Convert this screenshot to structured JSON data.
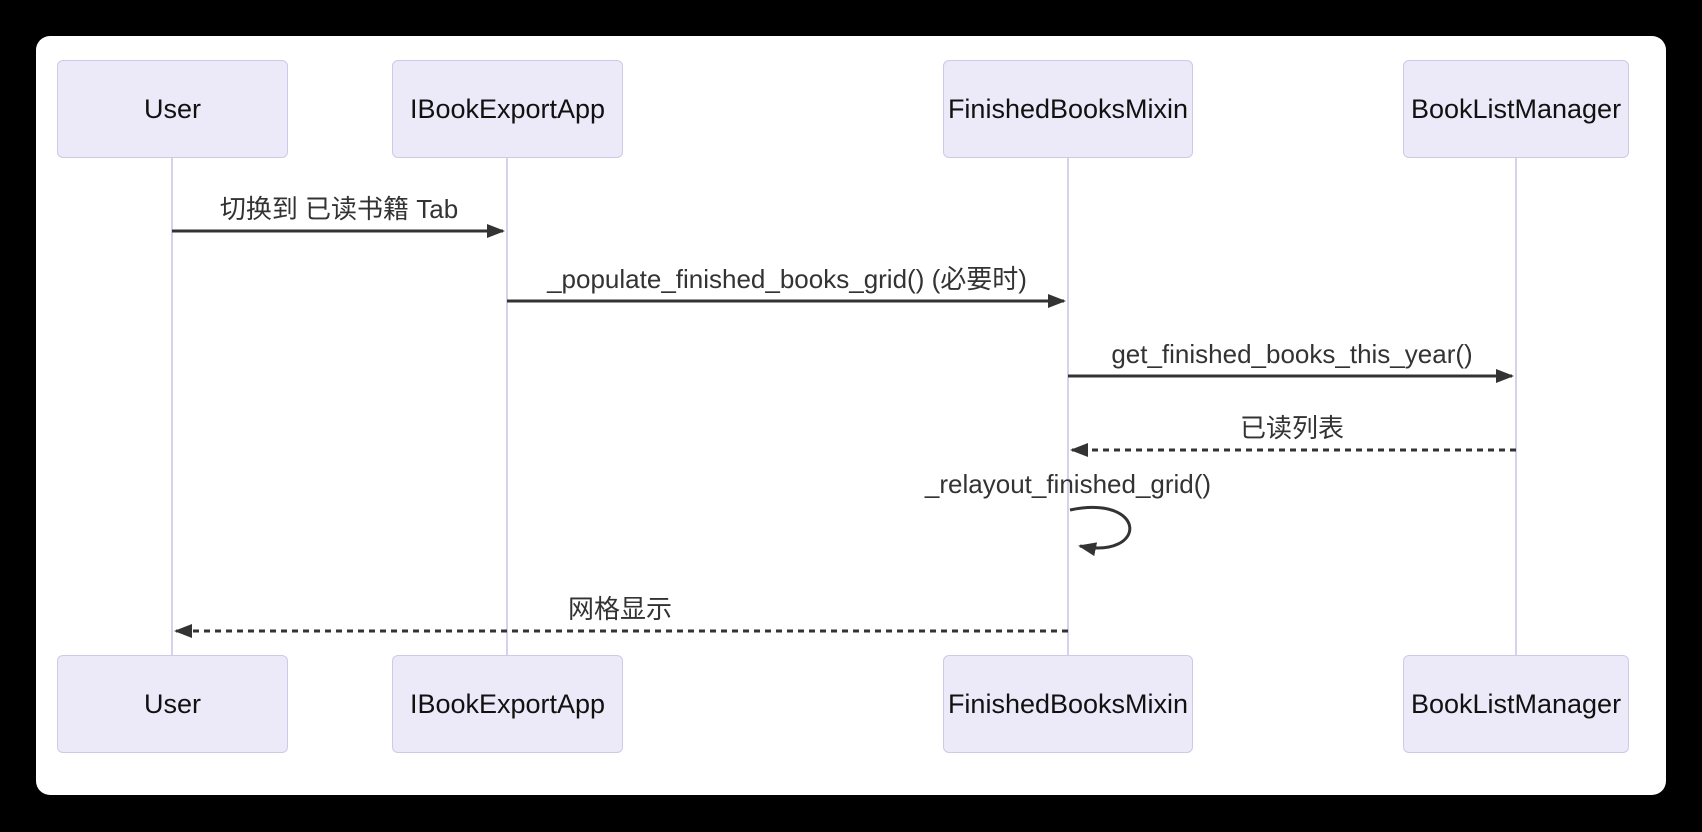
{
  "diagram": {
    "type": "sequence",
    "participants": [
      {
        "id": "user",
        "label": "User"
      },
      {
        "id": "ibookexportapp",
        "label": "IBookExportApp"
      },
      {
        "id": "finishedbooksmixin",
        "label": "FinishedBooksMixin"
      },
      {
        "id": "booklistmanager",
        "label": "BookListManager"
      }
    ],
    "messages": [
      {
        "from": "User",
        "to": "IBookExportApp",
        "label": "切换到 已读书籍 Tab",
        "style": "solid"
      },
      {
        "from": "IBookExportApp",
        "to": "FinishedBooksMixin",
        "label": "_populate_finished_books_grid() (必要时)",
        "style": "solid"
      },
      {
        "from": "FinishedBooksMixin",
        "to": "BookListManager",
        "label": "get_finished_books_this_year()",
        "style": "solid"
      },
      {
        "from": "BookListManager",
        "to": "FinishedBooksMixin",
        "label": "已读列表",
        "style": "dashed"
      },
      {
        "from": "FinishedBooksMixin",
        "to": "FinishedBooksMixin",
        "label": "_relayout_finished_grid()",
        "style": "self"
      },
      {
        "from": "FinishedBooksMixin",
        "to": "User",
        "label": "网格显示",
        "style": "dashed"
      }
    ],
    "colors": {
      "backdrop": "#000000",
      "canvas": "#FFFFFF",
      "actor_fill": "#ECEAF8",
      "actor_border": "#CFC9E6",
      "lifeline": "#D6D2EC",
      "arrow": "#333333",
      "text": "#333333"
    }
  }
}
